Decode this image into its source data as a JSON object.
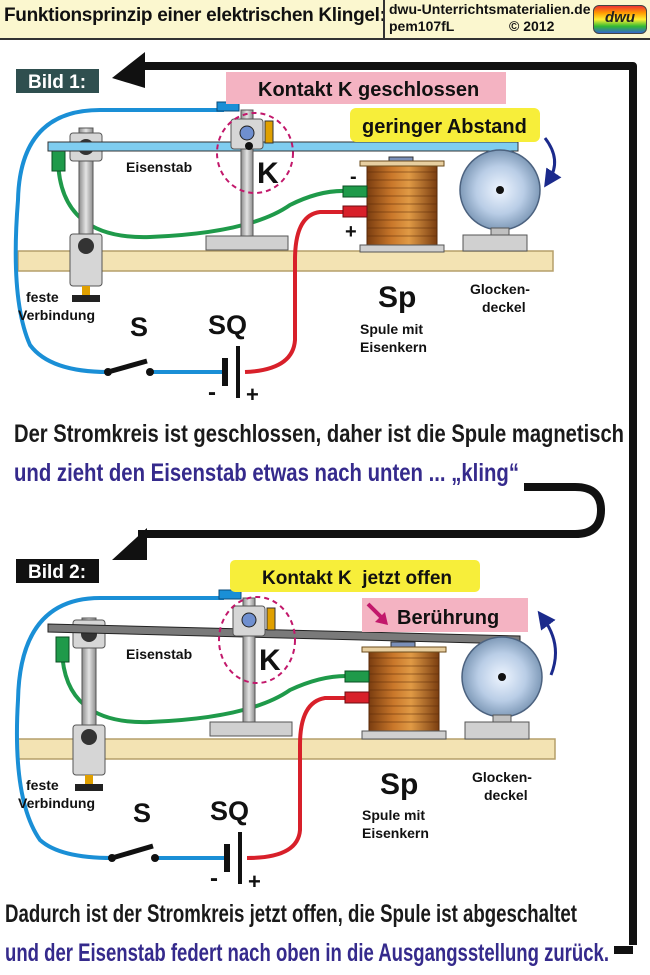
{
  "header": {
    "title": "Funktionsprinzip einer elektrischen Klingel:",
    "source_site": "dwu-Unterrichtsmaterialien.de",
    "source_code": "pem107fL",
    "copyright": "© 2012",
    "logo_text": "dwu"
  },
  "panel1": {
    "label": "Bild 1:",
    "contact_label": "Kontakt K geschlossen",
    "distance_label": "geringer Abstand",
    "rod_label": "Eisenstab",
    "contact_k": "K",
    "minus": "-",
    "plus": "+",
    "fixed_line1": "feste",
    "fixed_line2": "Verbindung",
    "switch_s": "S",
    "source_sq": "SQ",
    "sq_minus": "-",
    "sq_plus": "+",
    "coil_sp": "Sp",
    "coil_line1": "Spule mit",
    "coil_line2": "Eisenkern",
    "bell_line1": "Glocken-",
    "bell_line2": "deckel",
    "caption_line1": "Der Stromkreis ist geschlossen, daher ist die Spule magnetisch",
    "caption_line2": "und zieht den Eisenstab etwas nach unten ... „kling“"
  },
  "panel2": {
    "label": "Bild 2:",
    "contact_label": "Kontakt K  jetzt offen",
    "touch_label": "Berührung",
    "rod_label": "Eisenstab",
    "contact_k": "K",
    "fixed_line1": "feste",
    "fixed_line2": "Verbindung",
    "switch_s": "S",
    "source_sq": "SQ",
    "sq_minus": "-",
    "sq_plus": "+",
    "coil_sp": "Sp",
    "coil_line1": "Spule mit",
    "coil_line2": "Eisenkern",
    "bell_line1": "Glocken-",
    "bell_line2": "deckel",
    "caption_line1": "Dadurch ist der Stromkreis jetzt offen, die Spule ist abgeschaltet",
    "caption_line2": "und der Eisenstab federt nach oben in die Ausgangsstellung zurück."
  },
  "colors": {
    "blue_wire": "#1a8fd6",
    "green_wire": "#1f9a4a",
    "red_wire": "#d8202a",
    "base_board": "#f3e3b3",
    "label_pink": "#f4b3c2",
    "label_yellow": "#f7ee3a",
    "caption_dark": "#1a1a1a",
    "caption_purple": "#352a8c",
    "flow_arrow": "#111111"
  }
}
